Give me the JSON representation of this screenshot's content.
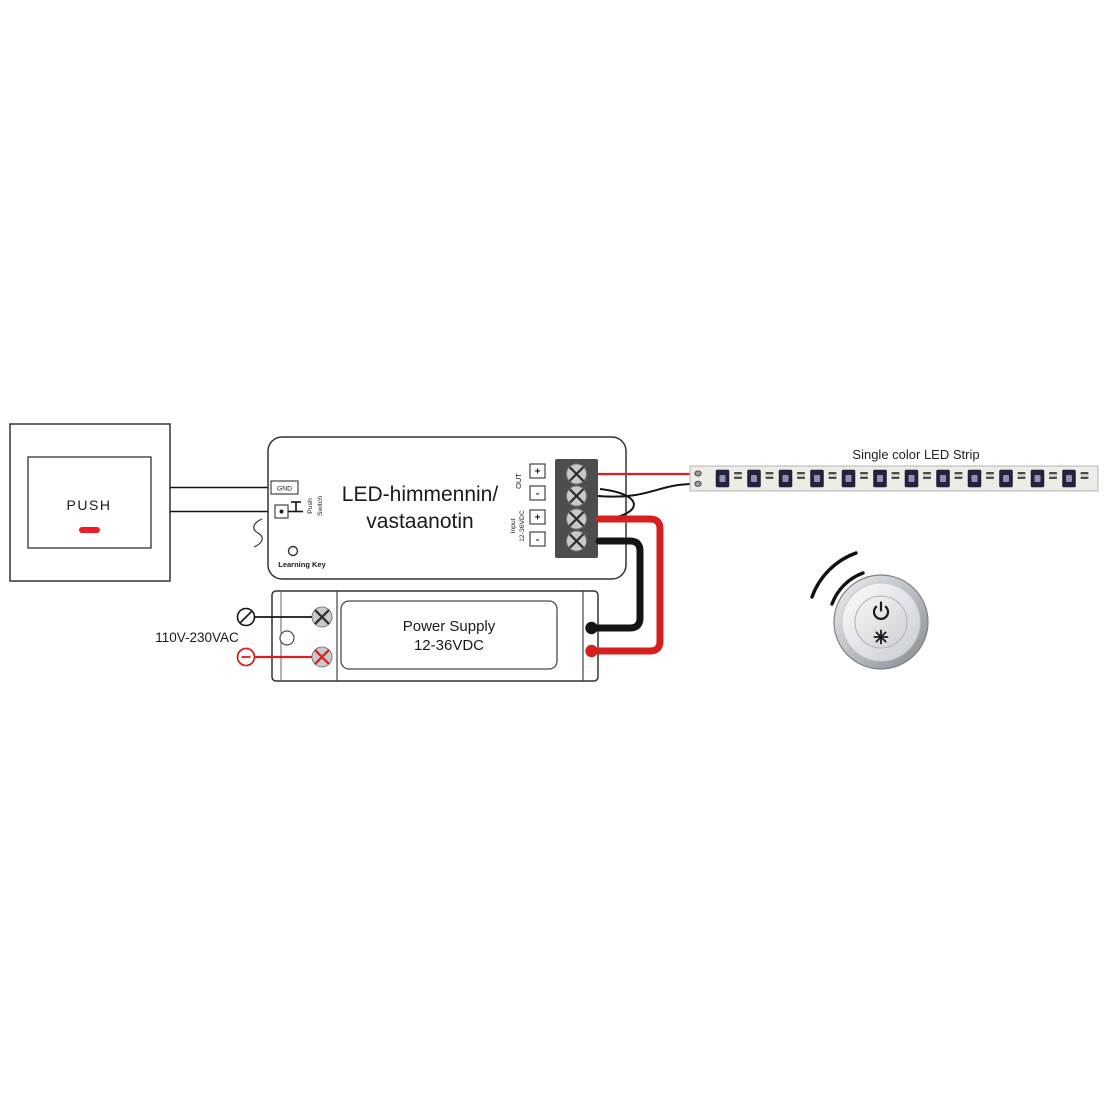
{
  "diagram": {
    "push_switch": {
      "label": "PUSH"
    },
    "controller": {
      "title_line1": "LED-himmennin/",
      "title_line2": "vastaanotin",
      "gnd_label": "GND",
      "push_vertical_1": "Push",
      "push_vertical_2": "Switch",
      "learning_key_label": "Learning Key",
      "out_label": "OUT",
      "out_plus": "+",
      "out_minus": "-",
      "input_label_1": "Input",
      "input_label_2": "12-36VDC",
      "input_plus": "+",
      "input_minus": "-"
    },
    "power_supply": {
      "line1": "Power Supply",
      "line2": "12-36VDC",
      "ac_label": "110V-230VAC"
    },
    "led_strip": {
      "label": "Single color  LED Strip"
    },
    "remote": {
      "icons": [
        "wireless-signal-icon",
        "power-icon",
        "brightness-icon"
      ]
    },
    "colors": {
      "wire_red": "#d6201f",
      "wire_black": "#141414",
      "indicator_red": "#ec1c24"
    }
  }
}
